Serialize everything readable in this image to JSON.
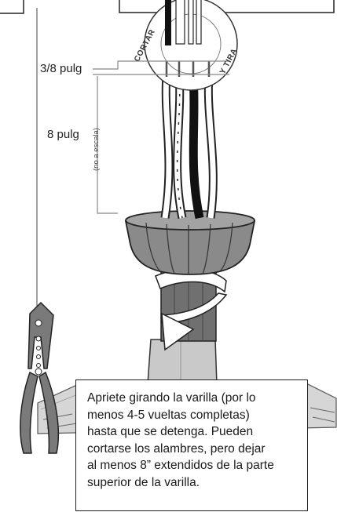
{
  "labels": {
    "cut_length": "3/8 pulg",
    "extend_length": "8 pulg",
    "scale_note": "(no a escala)",
    "ring_left": "CORTAR",
    "ring_right": "Y TIRA"
  },
  "callout": {
    "text": "Apriete girando la varilla (por lo\nmenos 4-5 vueltas completas)\nhasta que se detenga. Pueden\ncortarse los alambres, pero dejar\nal menos 8” extendidos de la parte\nsuperior de la varilla."
  },
  "colors": {
    "line": "#222222",
    "connector_fill": "#8a8a8a",
    "rod_fill": "#c9c9c9",
    "ground_fill": "#d5d5d5",
    "pliers_fill": "#7a7a7a"
  },
  "icons": {
    "pliers": "wire-stripper-icon"
  }
}
